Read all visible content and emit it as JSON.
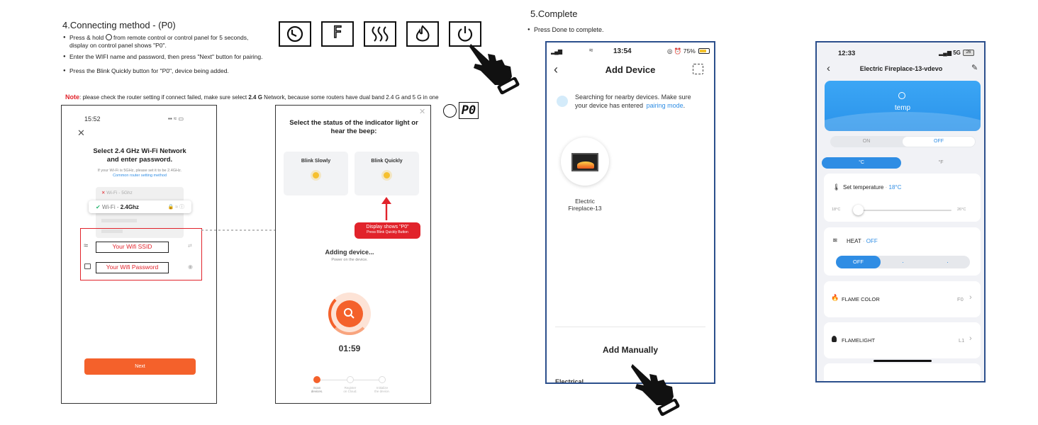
{
  "step4": {
    "title": "4.Connecting method - (P0)",
    "bullet1_a": "Press & hold",
    "bullet1_b": "from remote control or control panel for 5 seconds,",
    "bullet1_c": "display on control panel  shows  \"P0\".",
    "bullet2": "Enter the WIFI name and password, then press \"Next\" button for pairing.",
    "bullet3": "Press the Blink Quickly button for \"P0\", device being added.",
    "note_label": "Note",
    "note_text_a": ": please check the router setting if connect failed, make sure select",
    "note_band": "2.4 G",
    "note_text_b": "Network, because some routers have dual band 2.4 G and 5 G in one",
    "control_icons": [
      "timer-icon",
      "fahrenheit-icon",
      "heat-wave-icon",
      "flame-icon",
      "power-icon"
    ],
    "control_f_label": "F",
    "display_code": "P0"
  },
  "phone1": {
    "time": "15:52",
    "title": "Select 2.4 GHz Wi-Fi Network and enter password.",
    "hint": "If your Wi-Fi is 5GHz, please set it to be 2.4GHz.",
    "link": "Common router setting method",
    "wifi_5g_prefix": "Wi-Fi - ",
    "wifi_5g": "5Ghz",
    "wifi_24_prefix": "Wi-Fi - ",
    "wifi_24": "2.4Ghz",
    "ssid_placeholder": "Your Wifi SSID",
    "password_placeholder": "Your Wifi Password",
    "next": "Next"
  },
  "phone2": {
    "title": "Select the status of the indicator light or hear the beep:",
    "blink_slowly": "Blink Slowly",
    "blink_quickly": "Blink Quickly",
    "callout_line1": "Display shows \"P0\"",
    "callout_line2": "Press Blink Quickly Button",
    "adding": "Adding device...",
    "power_on": "Power on the device.",
    "timer": "01:59",
    "steps": [
      {
        "line1": "Scan",
        "line2": "devices."
      },
      {
        "line1": "Register",
        "line2": "on Cloud."
      },
      {
        "line1": "Initialize",
        "line2": "the device."
      }
    ]
  },
  "step5": {
    "title": "5.Complete",
    "bullet": "Press Done to complete."
  },
  "phone3": {
    "time": "13:54",
    "battery": "75%",
    "title": "Add Device",
    "search_text_a": "Searching for nearby devices. Make sure",
    "search_text_b": "your device has entered",
    "pairing_mode": "pairing mode",
    "search_text_c": ".",
    "device_name_line1": "Electric",
    "device_name_line2": "Fireplace-13",
    "add_manually": "Add Manually",
    "cut_text": "Electrical"
  },
  "phone4": {
    "time": "12:33",
    "network": "5G",
    "battery_level": "26",
    "title": "Electric Fireplace-13-vdevo",
    "temp_label": "temp",
    "on": "ON",
    "off": "OFF",
    "celsius": "°C",
    "fahrenheit": "°F",
    "set_temp_label": "Set temperature",
    "set_temp_sep": "·",
    "set_temp_value": "18°C",
    "slider_min": "18°C",
    "slider_max": "26°C",
    "slider_value": 0.0,
    "heat_label": "HEAT",
    "heat_sep": "·",
    "heat_value": "OFF",
    "heat_options": [
      "OFF",
      "·",
      "·"
    ],
    "flame_color_label": "FLAME COLOR",
    "flame_color_value": "F0",
    "flamelight_label": "FLAMELIGHT",
    "flamelight_value": "L1"
  },
  "colors": {
    "accent_orange": "#f4612b",
    "red": "#e1232b",
    "blue": "#2f8de4",
    "tuya_blue": "#3b9df1"
  }
}
